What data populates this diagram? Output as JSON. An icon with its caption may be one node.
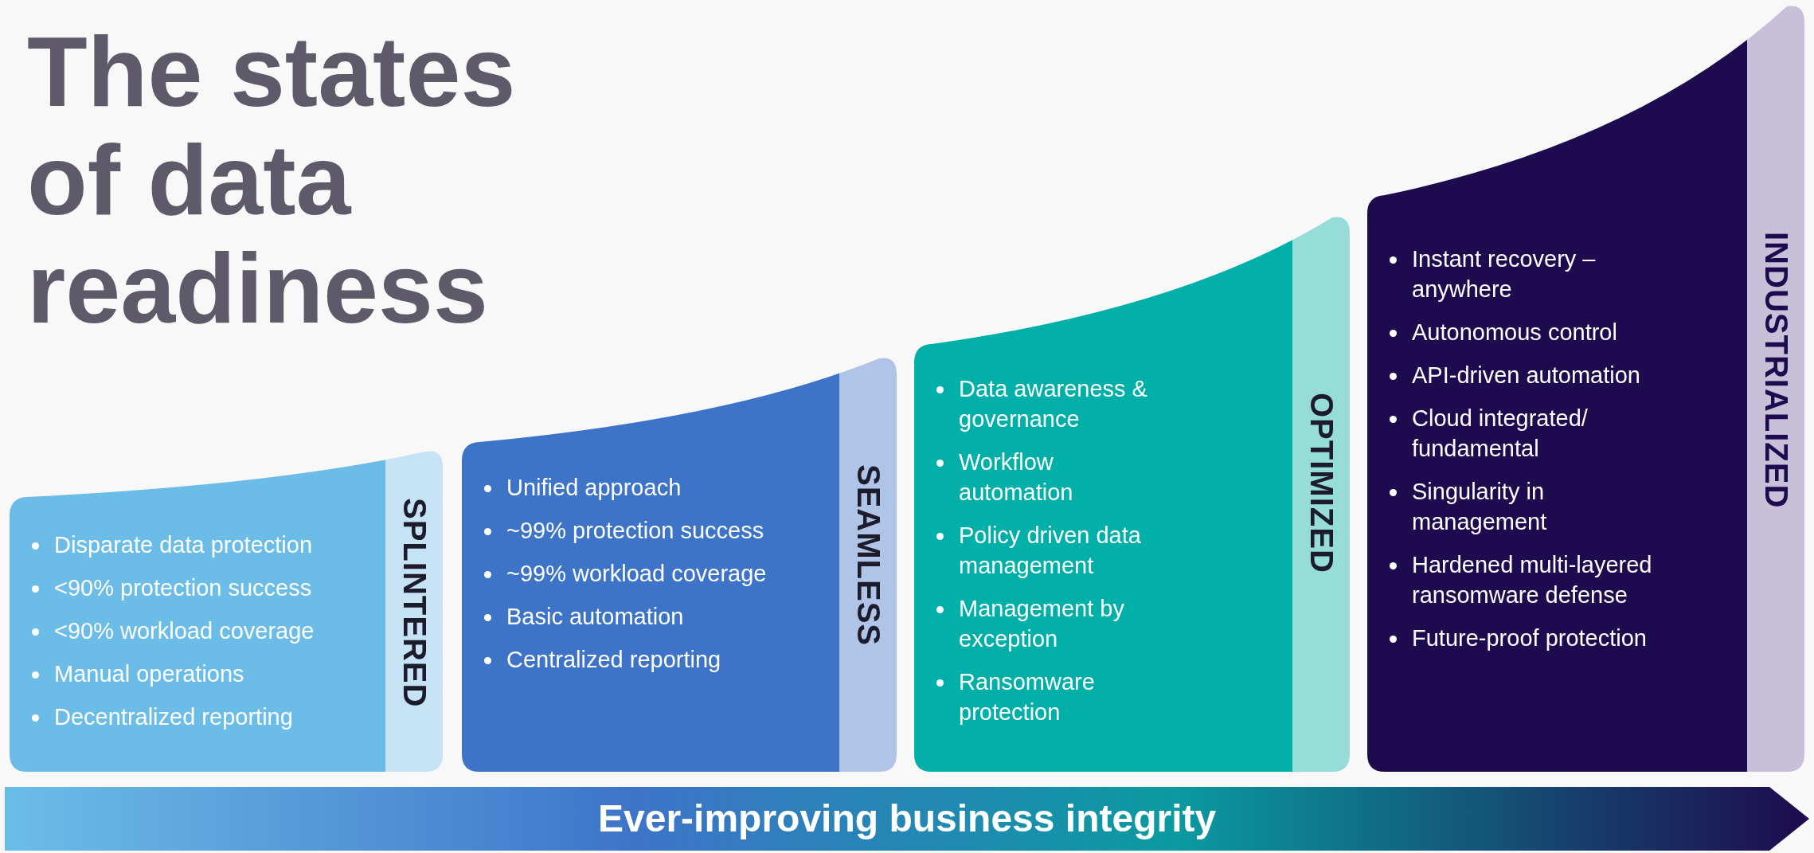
{
  "diagram": {
    "title": "The states of data readiness",
    "nodes": [
      {
        "text": [
          "SPLINTERED",
          "Disparate data protection",
          "<90% protection success",
          "<90% workload coverage",
          "Manual operations",
          "Decentralized reporting"
        ]
      },
      {
        "text": [
          "SEAMLESS",
          "Unified approach",
          "~99% protection success",
          "~99% workload coverage",
          "Basic automation",
          "Centralized reporting"
        ]
      },
      {
        "text": [
          "OPTIMIZED",
          "Data awareness & governance",
          "Workflow automation",
          "Policy driven data management",
          "Management by exception",
          "Ransomware protection"
        ]
      },
      {
        "text": [
          "INDUSTRIALIZED",
          "Instant recovery – anywhere",
          "Autonomous control",
          "API-driven automation",
          "Cloud integrated/ fundamental",
          "Singularity in management",
          "Hardened multi-layered ransomware defense",
          "Future-proof protection"
        ]
      },
      {
        "text": [
          "Ever-improving business integrity"
        ]
      }
    ]
  }
}
